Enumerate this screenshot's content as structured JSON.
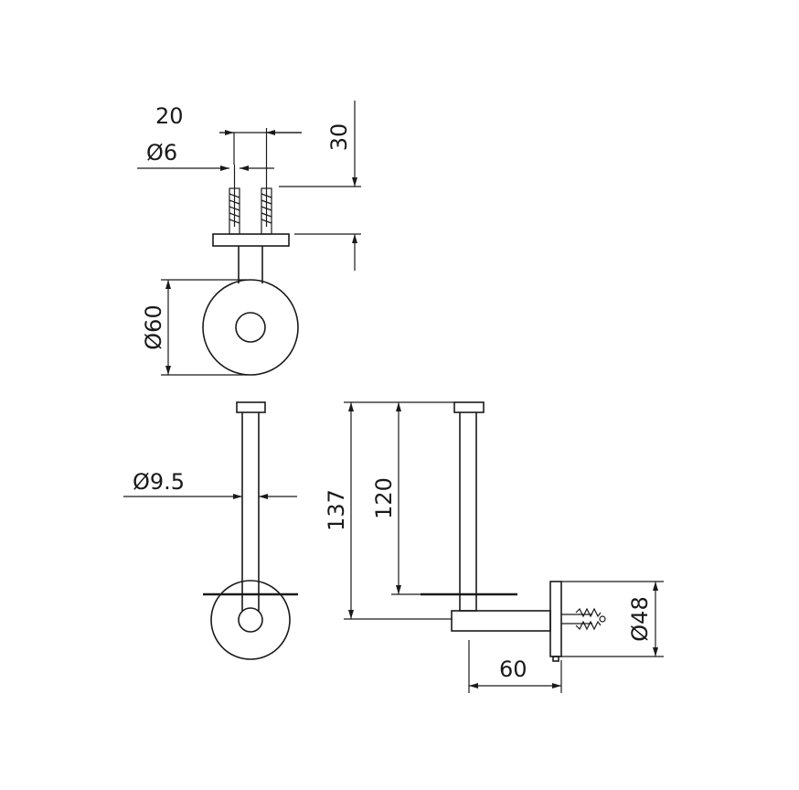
{
  "dimensions": {
    "width_20": "20",
    "diameter_6": "Ø6",
    "depth_30": "30",
    "diameter_60": "Ø60",
    "diameter_9_5": "Ø9.5",
    "height_137": "137",
    "height_120": "120",
    "diameter_48": "Ø48",
    "projection_60": "60"
  },
  "colors": {
    "line": "#1a1a1a",
    "background": "#ffffff"
  }
}
